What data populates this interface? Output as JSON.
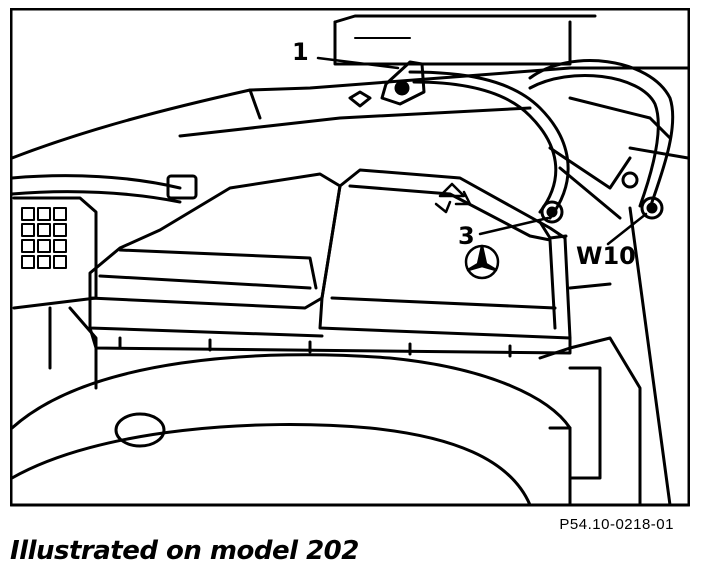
{
  "figure": {
    "callouts": {
      "one": "1",
      "three": "3",
      "w10": "W10"
    },
    "reference_code": "P54.10-0218-01",
    "caption": "Illustrated on model 202"
  },
  "icons": {
    "recycling": "recycling-icon",
    "brand_star": "three-pointed-star-icon"
  }
}
